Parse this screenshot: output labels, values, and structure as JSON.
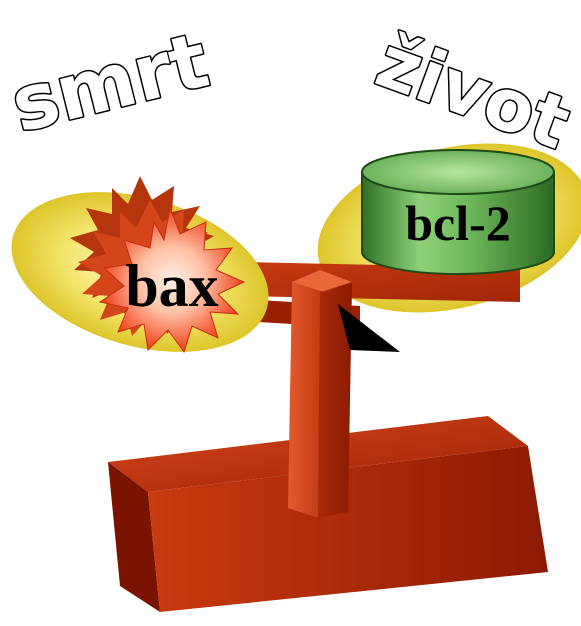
{
  "labels": {
    "death": "smrt",
    "life": "život",
    "left_pan_item": "bax",
    "right_pan_item": "bcl-2"
  },
  "colors": {
    "scale_body": "#b52a08",
    "scale_dark": "#7a1400",
    "scale_light": "#e0542a",
    "pan_yellow": "#e8d230",
    "pan_light": "#fff8a0",
    "cylinder_green": "#3f8a35",
    "cylinder_light": "#9cd688",
    "star_orange": "#f04a20",
    "star_light": "#ffe0cc",
    "wordart_fill": "#ffffff",
    "wordart_stroke": "#000000"
  },
  "icons": {
    "pointer": "black-triangle-pointer-icon",
    "left_item_shape": "starburst-icon",
    "right_item_shape": "cylinder-icon"
  }
}
